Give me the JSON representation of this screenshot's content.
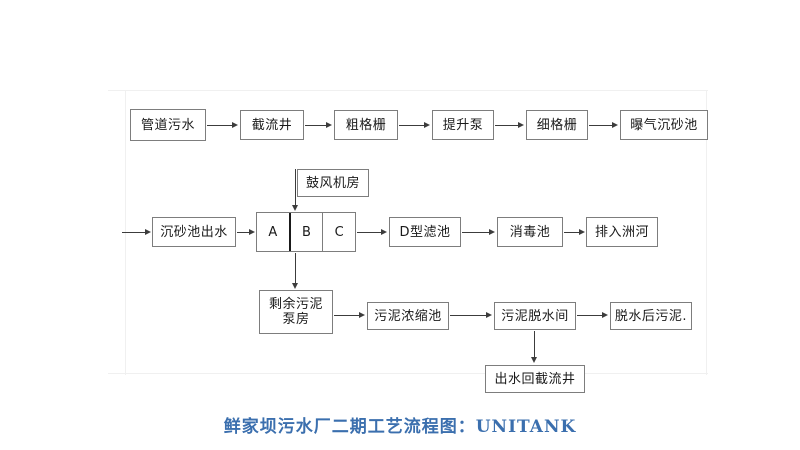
{
  "diagram": {
    "caption": "鲜家坝污水厂二期工艺流程图：UNITANK",
    "caption_color": "#3b6fae",
    "box_border_color": "#7d7d7d",
    "connector_color": "#3c3c3c",
    "rows": {
      "row1": [
        {
          "id": "pipe-sewage",
          "label": "管道污水"
        },
        {
          "id": "interceptor",
          "label": "截流井"
        },
        {
          "id": "coarse-screen",
          "label": "粗格栅"
        },
        {
          "id": "lift-pump",
          "label": "提升泵"
        },
        {
          "id": "fine-screen",
          "label": "细格栅"
        },
        {
          "id": "aerated-grit",
          "label": "曝气沉砂池"
        }
      ],
      "row2": [
        {
          "id": "grit-effluent",
          "label": "沉砂池出水"
        },
        {
          "id": "d-filter",
          "label": "D型滤池"
        },
        {
          "id": "disinfection",
          "label": "消毒池"
        },
        {
          "id": "discharge",
          "label": "排入洲河"
        }
      ],
      "row3": [
        {
          "id": "sludge-pump",
          "label": "剩余污泥\n泵房"
        },
        {
          "id": "thickener",
          "label": "污泥浓缩池"
        },
        {
          "id": "dewatering",
          "label": "污泥脱水间"
        },
        {
          "id": "dried-sludge",
          "label": "脱水后污泥."
        }
      ],
      "row4": [
        {
          "id": "return-water",
          "label": "出水回截流井"
        }
      ]
    },
    "blower": {
      "id": "blower-room",
      "label": "鼓风机房"
    },
    "unitank": {
      "id": "unitank-reactor",
      "cells": [
        {
          "id": "cell-a",
          "label": "A"
        },
        {
          "id": "cell-b",
          "label": "B"
        },
        {
          "id": "cell-c",
          "label": "C"
        }
      ]
    }
  }
}
